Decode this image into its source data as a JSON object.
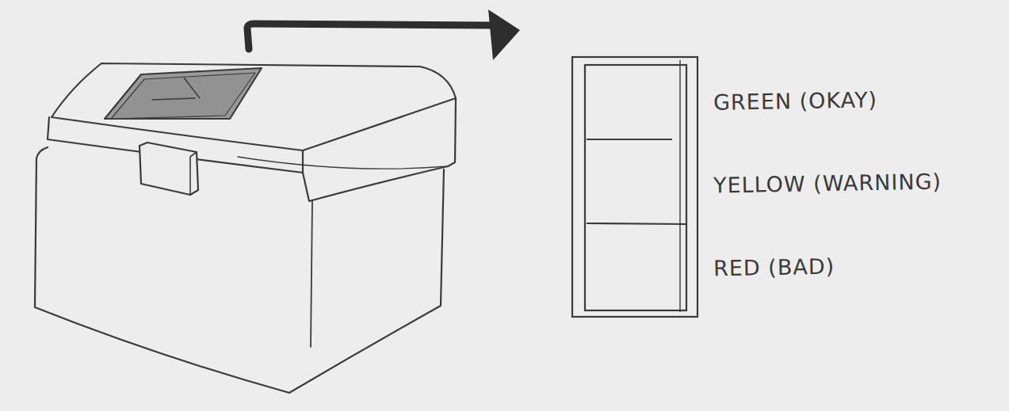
{
  "diagram": {
    "labels": [
      "GREEN (OKAY)",
      "YELLOW (WARNING)",
      "RED (BAD)"
    ]
  }
}
